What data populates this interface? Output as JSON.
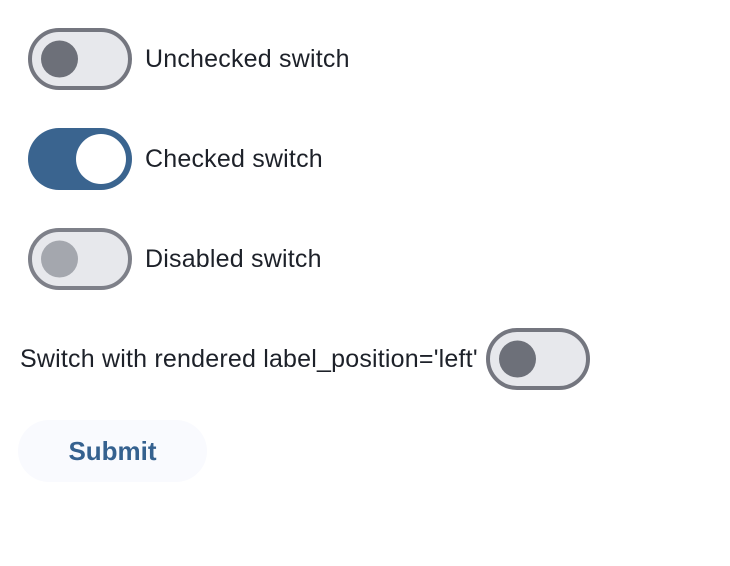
{
  "colors": {
    "accent_blue": "#3a648f",
    "track_bg": "#e7e8ec",
    "track_border": "#74767f",
    "track_border_disabled": "#7e8089",
    "thumb_unchecked": "#6d7079",
    "thumb_disabled": "#a4a7ae",
    "thumb_checked": "#ffffff",
    "label_text": "#1d2129",
    "button_bg": "#f9fafe",
    "button_text": "#35618f",
    "page_bg": "#ffffff"
  },
  "switches": [
    {
      "label": "Unchecked switch",
      "checked": false,
      "disabled": false,
      "label_position": "right"
    },
    {
      "label": "Checked switch",
      "checked": true,
      "disabled": false,
      "label_position": "right"
    },
    {
      "label": "Disabled switch",
      "checked": false,
      "disabled": true,
      "label_position": "right"
    },
    {
      "label": "Switch with rendered label_position='left'",
      "checked": false,
      "disabled": false,
      "label_position": "left"
    }
  ],
  "submit_button": {
    "label": "Submit"
  }
}
